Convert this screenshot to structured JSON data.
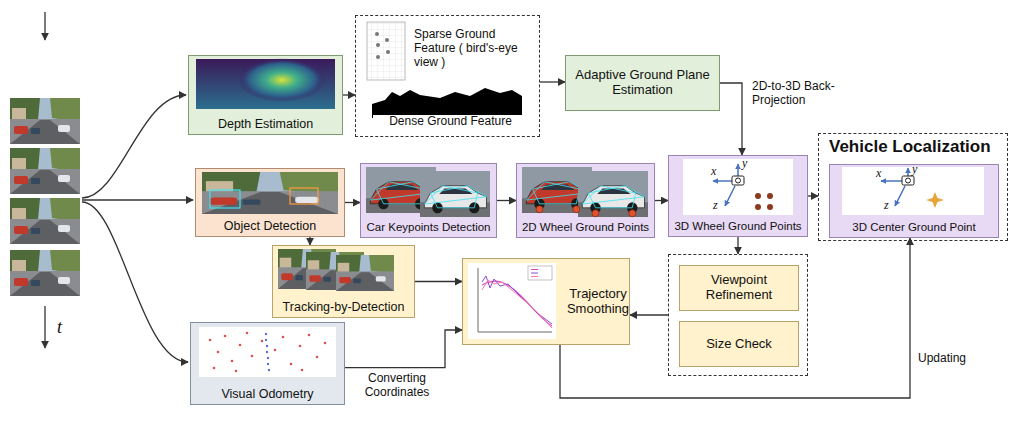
{
  "diagram": {
    "nodes": [
      {
        "text": [
          "Depth Estimation"
        ]
      },
      {
        "text": [
          "Sparse Ground Feature ( bird's-eye view )",
          "Dense Ground Feature"
        ]
      },
      {
        "text": [
          "Adaptive Ground Plane Estimation"
        ]
      },
      {
        "text": [
          "Object Detection"
        ]
      },
      {
        "text": [
          "Car Keypoints Detection"
        ]
      },
      {
        "text": [
          "2D Wheel Ground Points"
        ]
      },
      {
        "text": [
          "3D Wheel Ground Points"
        ]
      },
      {
        "text": [
          "Vehicle Localization"
        ]
      },
      {
        "text": [
          "3D Center Ground Point"
        ],
        "in": 7
      },
      {
        "text": [
          "Tracking-by-Detection"
        ]
      },
      {
        "text": [
          "Visual Odometry"
        ]
      },
      {
        "text": [
          "Trajectory Smoothing"
        ]
      },
      {},
      {
        "text": [
          "Viewpoint Refinement"
        ],
        "in": 12
      },
      {
        "text": [
          "Size Check"
        ],
        "in": 12
      }
    ],
    "edges": [
      {
        "from": 0,
        "to": 1,
        "arrow": "to"
      },
      {
        "from": 1,
        "to": 2,
        "arrow": "to"
      },
      {
        "from": 2,
        "to": 6,
        "label": "2D-to-3D Back-Projection",
        "arrow": "to"
      },
      {
        "from": 3,
        "to": 4,
        "arrow": "to"
      },
      {
        "from": 4,
        "to": 5,
        "arrow": "to"
      },
      {
        "from": 5,
        "to": 6,
        "arrow": "to"
      },
      {
        "from": 6,
        "to": 7,
        "arrow": "to"
      },
      {
        "from": 6,
        "to": 12,
        "arrow": "to"
      },
      {
        "from": 12,
        "to": 11,
        "arrow": "to"
      },
      {
        "from": 9,
        "to": 11,
        "arrow": "to"
      },
      {
        "from": 10,
        "to": 11,
        "label": "Converting Coordinates",
        "arrow": "to"
      },
      {
        "from": 11,
        "to": 8,
        "label": "Updating",
        "arrow": "to"
      },
      {
        "from": 3,
        "to": 9,
        "arrow": "to"
      }
    ],
    "labels": [
      "t",
      "y",
      "x",
      "z",
      "y",
      "x",
      "z"
    ]
  }
}
